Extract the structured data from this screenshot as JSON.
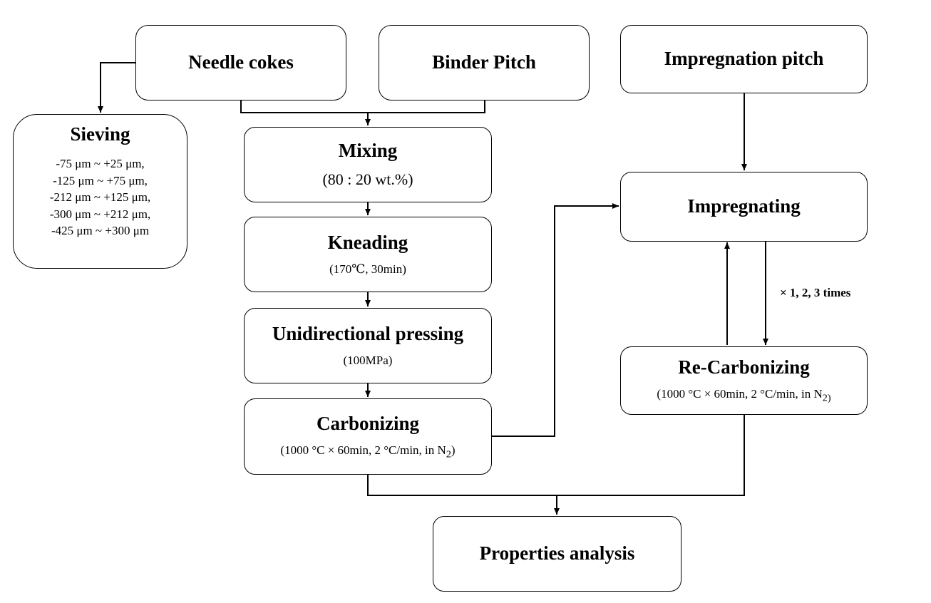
{
  "boxes": {
    "needle_cokes": "Needle cokes",
    "binder_pitch": "Binder Pitch",
    "impregnation_pitch": "Impregnation pitch",
    "sieving": {
      "title": "Sieving",
      "ranges": [
        "-75 μm ~ +25 μm,",
        "-125 μm ~ +75 μm,",
        "-212 μm ~ +125 μm,",
        "-300 μm ~ +212 μm,",
        "-425 μm ~ +300 μm"
      ]
    },
    "mixing": {
      "title": "Mixing",
      "sub": "(80 : 20 wt.%)"
    },
    "kneading": {
      "title": "Kneading",
      "sub": "(170℃, 30min)"
    },
    "pressing": {
      "title": "Unidirectional pressing",
      "sub": "(100MPa)"
    },
    "carbonizing": {
      "title": "Carbonizing",
      "sub": "(1000 °C × 60min, 2 °C/min, in N",
      "sub_tail": ")"
    },
    "impregnating": {
      "title": "Impregnating"
    },
    "recarbonizing": {
      "title": "Re-Carbonizing",
      "sub": "(1000 °C × 60min, 2 °C/min, in N",
      "sub_tail": ")"
    },
    "properties": "Properties analysis"
  },
  "subscript_2": "2",
  "recarb_subscript": "2)",
  "loop_label": "× 1, 2, 3 times"
}
